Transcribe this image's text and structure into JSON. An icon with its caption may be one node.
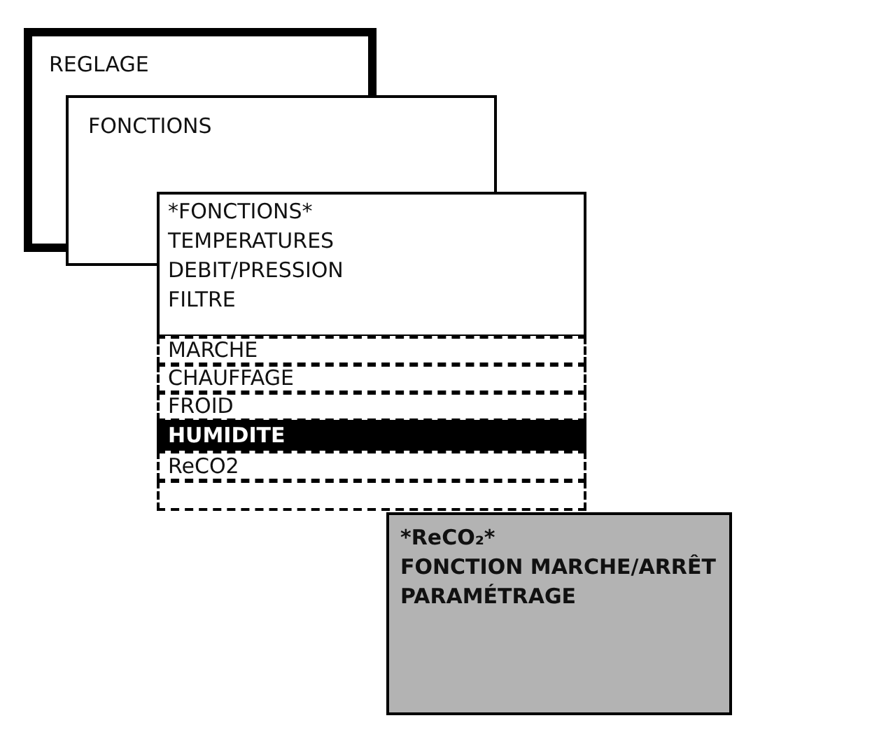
{
  "diagram": {
    "nodes": [
      {
        "text": [
          "REGLAGE"
        ]
      },
      {
        "text": [
          "FONCTIONS"
        ]
      },
      {
        "text": [
          "*FONCTIONS*",
          "TEMPERATURES",
          "DEBIT/PRESSION",
          "FILTRE"
        ]
      },
      {
        "text": [
          "MARCHE"
        ]
      },
      {
        "text": [
          "CHAUFFAGE"
        ]
      },
      {
        "text": [
          "FROID"
        ]
      },
      {
        "text": [
          "HUMIDITE"
        ]
      },
      {
        "text": [
          "ReCO2"
        ]
      },
      {
        "text": [],
        "shape": "box"
      },
      {
        "text": [
          "*ReCO₂*",
          "FONCTION MARCHE/ARRÊT",
          "PARAMÉTRAGE"
        ]
      }
    ]
  }
}
